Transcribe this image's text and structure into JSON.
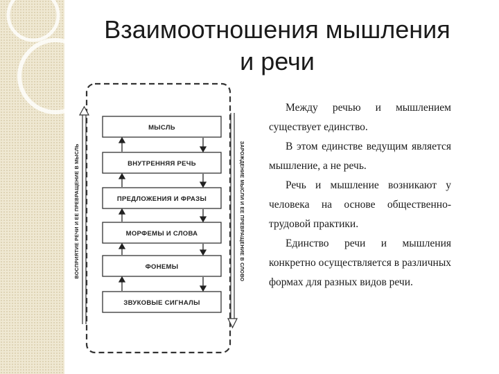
{
  "title": {
    "line1": "Взаимоотношения мышления",
    "line2": "и речи"
  },
  "diagram": {
    "levels": [
      "МЫСЛЬ",
      "ВНУТРЕННЯЯ РЕЧЬ",
      "ПРЕДЛОЖЕНИЯ И ФРАЗЫ",
      "МОРФЕМЫ И СЛОВА",
      "ФОНЕМЫ",
      "ЗВУКОВЫЕ СИГНАЛЫ"
    ],
    "left_label": "ВОСПРИЯТИЕ РЕЧИ И ЕЕ ПРЕВРАЩЕНИЕ В МЫСЛЬ",
    "right_label": "ЗАРОЖДЕНИЕ МЫСЛИ И ЕЕ ПРЕВРАЩЕНИЕ В СЛОВО"
  },
  "paragraphs": [
    "Между речью и мышлением существует единство.",
    "В этом единстве ведущим является мышление, а не речь.",
    "Речь и мышление возникают у человека на основе общественно-трудовой практики.",
    "Единство речи и мышления конкретно осуществляется в различных формах для разных видов речи."
  ],
  "colors": {
    "background_strip": "#efe8d2",
    "text": "#1a1a1a"
  }
}
